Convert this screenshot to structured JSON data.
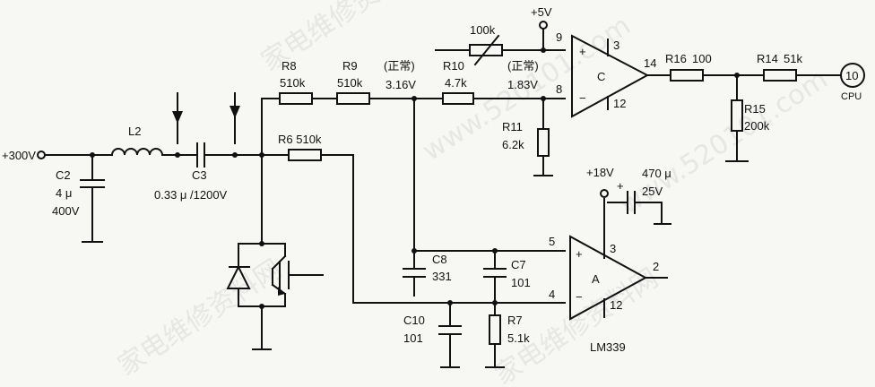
{
  "labels": {
    "v300": "+300V",
    "l2": "L2",
    "c2": "C2",
    "c2_val1": "4 μ",
    "c2_val2": "400V",
    "c3": "C3",
    "c3_val": "0.33 μ /1200V",
    "r8": "R8",
    "r8_val": "510k",
    "r9": "R9",
    "r9_val": "510k",
    "normal1": "(正常)",
    "normal1_val": "3.16V",
    "r10": "R10",
    "r10_val": "4.7k",
    "r100k": "100k",
    "normal2": "(正常)",
    "normal2_val": "1.83V",
    "r11": "R11",
    "r11_val": "6.2k",
    "r6": "R6 510k",
    "v5": "+5V",
    "pin9": "9",
    "pin8": "8",
    "pin3_top": "3",
    "pin12_top": "12",
    "pin14": "14",
    "opampC": "C",
    "r16": "R16",
    "r16_val": "100",
    "r14": "R14",
    "r14_val": "51k",
    "r15": "R15",
    "r15_val": "200k",
    "cpu_num": "10",
    "cpu": "CPU",
    "v18": "+18V",
    "c470": "470 μ",
    "c470_v": "25V",
    "c8": "C8",
    "c8_val": "331",
    "c7": "C7",
    "c7_val": "101",
    "pin5": "5",
    "pin4": "4",
    "pin3_bot": "3",
    "pin12_bot": "12",
    "pin2": "2",
    "opampA": "A",
    "c10": "C10",
    "c10_val": "101",
    "r7": "R7",
    "r7_val": "5.1k",
    "lm339": "LM339",
    "plus": "+",
    "minus": "−"
  },
  "watermarks": [
    "家电维修资料网",
    "www.520101.com",
    "家电维修资料网",
    "www.520101.com",
    "家电维修资料网"
  ]
}
